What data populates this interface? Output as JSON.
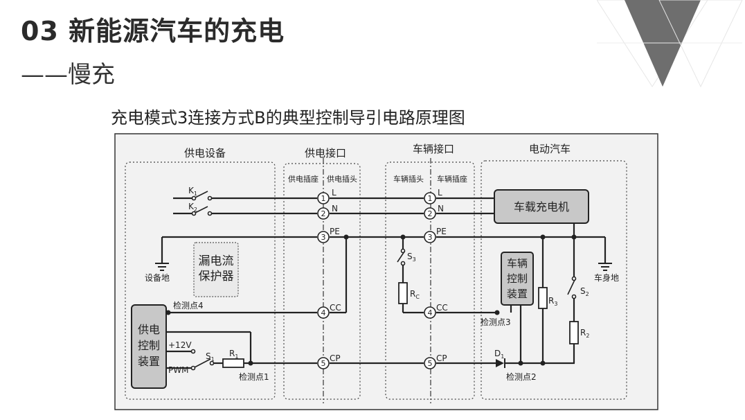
{
  "header": {
    "title": "03 新能源汽车的充电",
    "subtitle": "——慢充"
  },
  "diagram": {
    "title": "充电模式3连接方式B的典型控制导引电路原理图",
    "sections": {
      "supply_equipment": "供电设备",
      "supply_interface": "供电接口",
      "vehicle_interface": "车辆接口",
      "ev": "电动汽车"
    },
    "sub_labels": {
      "supply_socket": "供电插座",
      "supply_plug": "供电插头",
      "vehicle_plug": "车辆插头",
      "vehicle_socket": "车辆插座"
    },
    "pins": {
      "p1": "1",
      "p2": "2",
      "p3": "3",
      "p4": "4",
      "p5": "5",
      "L": "L",
      "N": "N",
      "PE": "PE",
      "CC": "CC",
      "CP": "CP"
    },
    "components": {
      "K1": "K",
      "K1_sub": "1",
      "K2": "K",
      "K2_sub": "2",
      "S1": "S",
      "S1_sub": "1",
      "S2": "S",
      "S2_sub": "2",
      "S3": "S",
      "S3_sub": "3",
      "R1": "R",
      "R1_sub": "1",
      "R2": "R",
      "R2_sub": "2",
      "R3": "R",
      "R3_sub": "3",
      "RC": "R",
      "RC_sub": "C",
      "D1": "D",
      "D1_sub": "1",
      "plus12v": "+12V",
      "pwm": "PWM"
    },
    "boxes": {
      "leak_line1": "漏电流",
      "leak_line2": "保护器",
      "supply_ctrl_1": "供电",
      "supply_ctrl_2": "控制",
      "supply_ctrl_3": "装置",
      "vehicle_ctrl_1": "车辆",
      "vehicle_ctrl_2": "控制",
      "vehicle_ctrl_3": "装置",
      "charger": "车载充电机"
    },
    "labels": {
      "equip_ground": "设备地",
      "body_ground": "车身地",
      "check1": "检测点1",
      "check2": "检测点2",
      "check3": "检测点3",
      "check4": "检测点4"
    }
  },
  "colors": {
    "panel_bg": "#f2f2f2",
    "box_fill": "#c8c8c8",
    "deco_dark": "#6e6e6e"
  }
}
